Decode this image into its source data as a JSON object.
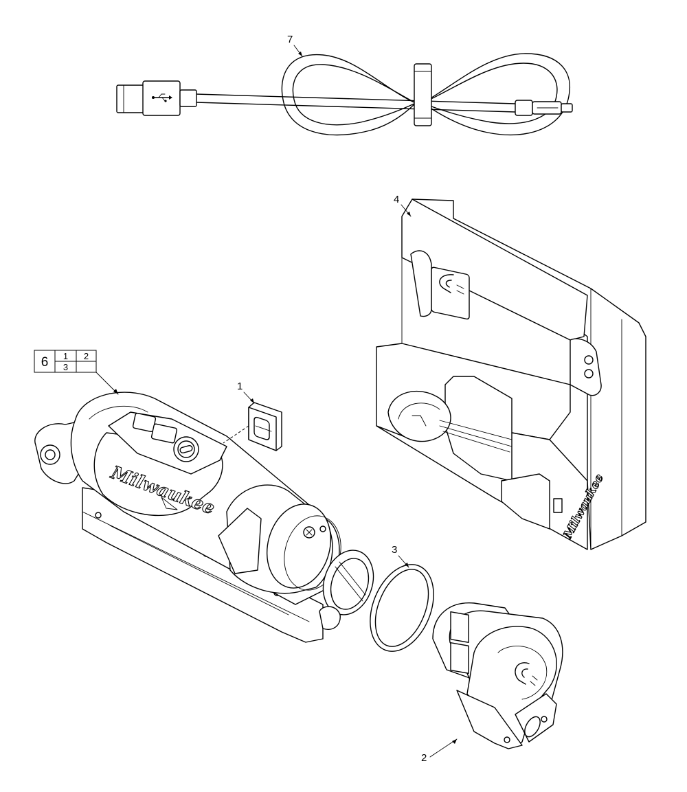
{
  "callouts": [
    {
      "id": "7",
      "label": "7"
    },
    {
      "id": "4",
      "label": "4"
    },
    {
      "id": "1",
      "label": "1"
    },
    {
      "id": "3",
      "label": "3"
    },
    {
      "id": "2",
      "label": "2"
    }
  ],
  "kit_box": {
    "main": "6",
    "cells": [
      "1",
      "2",
      "3",
      ""
    ]
  },
  "brand_marks": {
    "flashlight_logo": "Milwaukee",
    "charger_logo": "Milwaukee"
  },
  "icons": [
    "usb-icon",
    "magnet-icon",
    "power-button-icon"
  ],
  "colors": {
    "line": "#000000",
    "background": "#ffffff"
  }
}
